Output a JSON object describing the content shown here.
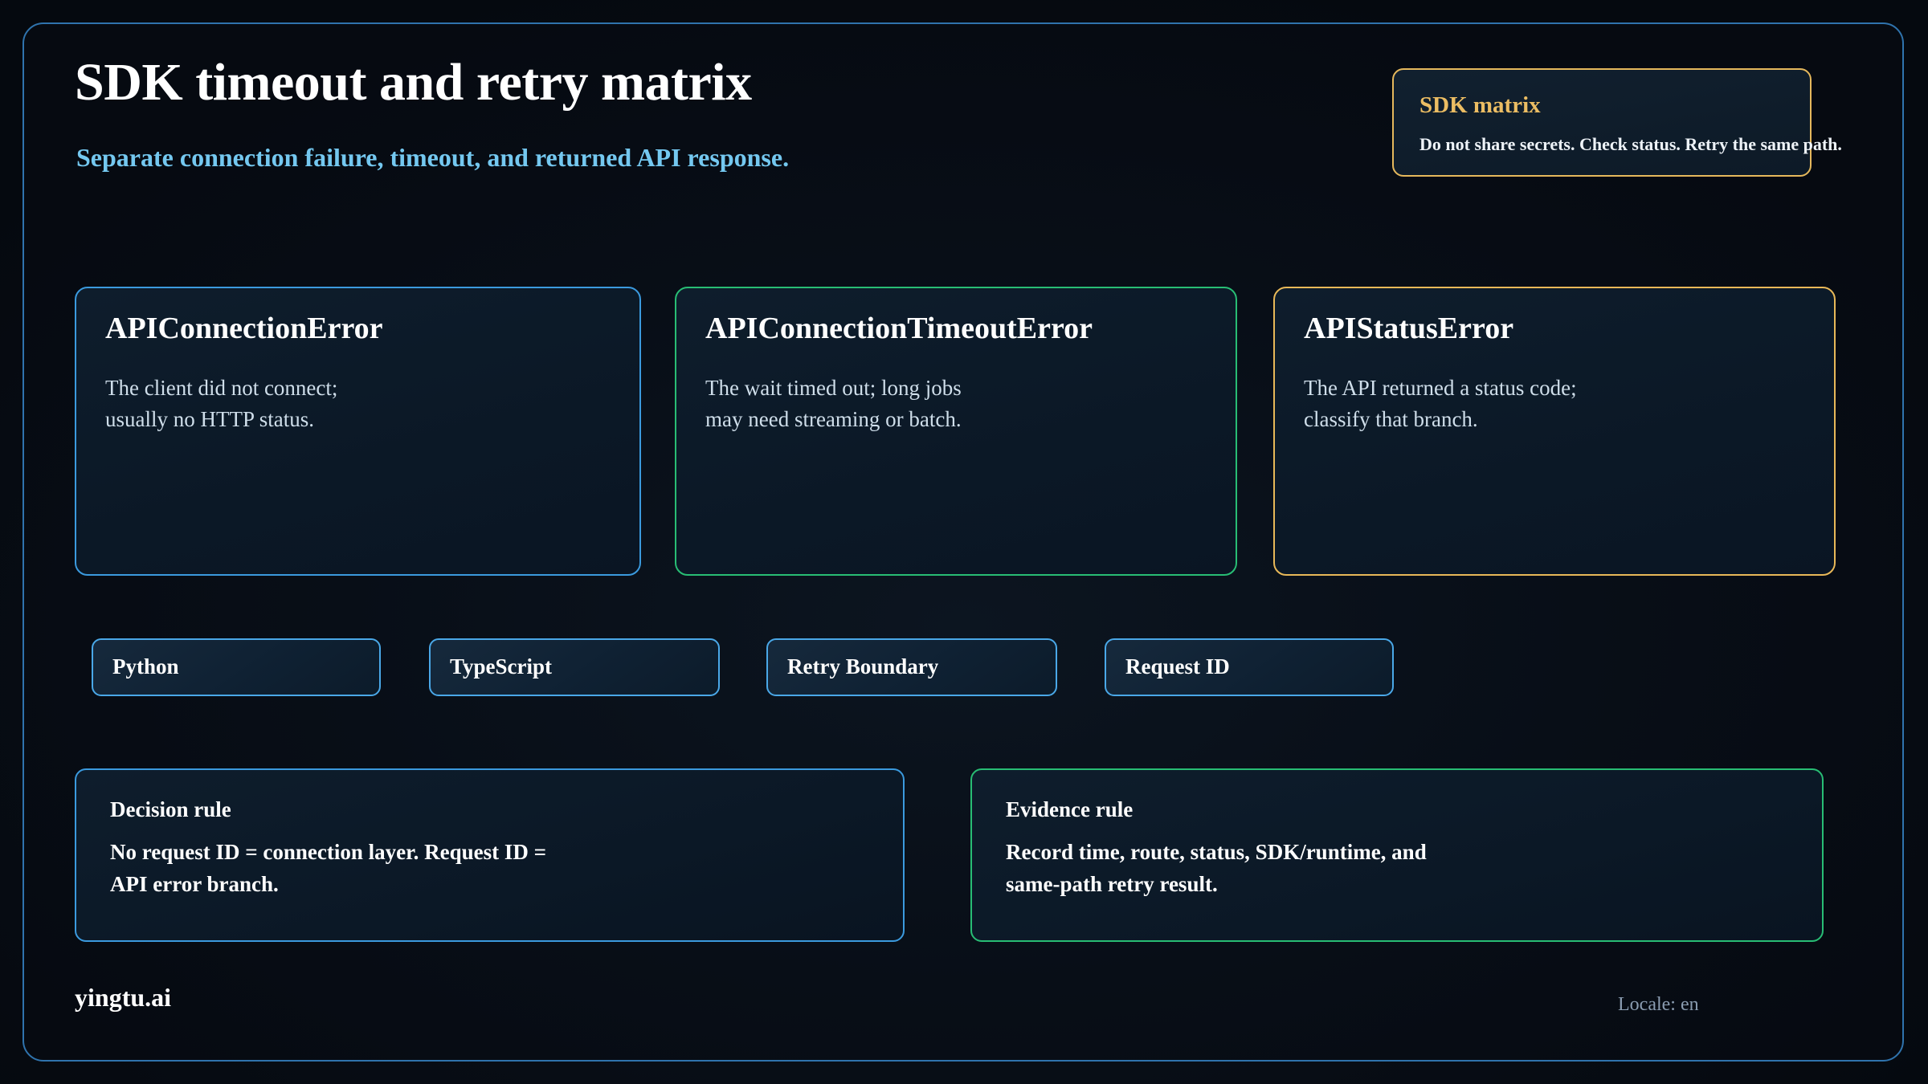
{
  "header": {
    "title": "SDK timeout and retry matrix",
    "subtitle": "Separate connection failure, timeout, and returned API response."
  },
  "badge": {
    "title": "SDK matrix",
    "text": "Do not share secrets. Check status. Retry the same path.",
    "border_color": "#e5b85c",
    "title_color": "#ecbd63"
  },
  "cards": [
    {
      "title": "APIConnectionError",
      "body": "The client did not connect;\nusually no HTTP status.",
      "accent": "#3b9ade"
    },
    {
      "title": "APIConnectionTimeoutError",
      "body": "The wait timed out; long jobs\nmay need streaming or batch.",
      "accent": "#28bd74"
    },
    {
      "title": "APIStatusError",
      "body": "The API returned a status code;\nclassify that branch.",
      "accent": "#e8b858"
    }
  ],
  "chips": [
    {
      "label": "Python"
    },
    {
      "label": "TypeScript"
    },
    {
      "label": "Retry Boundary"
    },
    {
      "label": "Request ID"
    }
  ],
  "rules": [
    {
      "title": "Decision rule",
      "body": "No request ID = connection layer. Request ID =\nAPI error branch.",
      "accent": "#3b9ade"
    },
    {
      "title": "Evidence rule",
      "body": "Record time, route, status, SDK/runtime, and\nsame-path retry result.",
      "accent": "#28bd74"
    }
  ],
  "footer": {
    "brand": "yingtu.ai",
    "locale": "Locale: en"
  },
  "theme": {
    "background": "#05090f",
    "frame_border": "#2f73ad",
    "subtitle_color": "#74c8f0"
  }
}
